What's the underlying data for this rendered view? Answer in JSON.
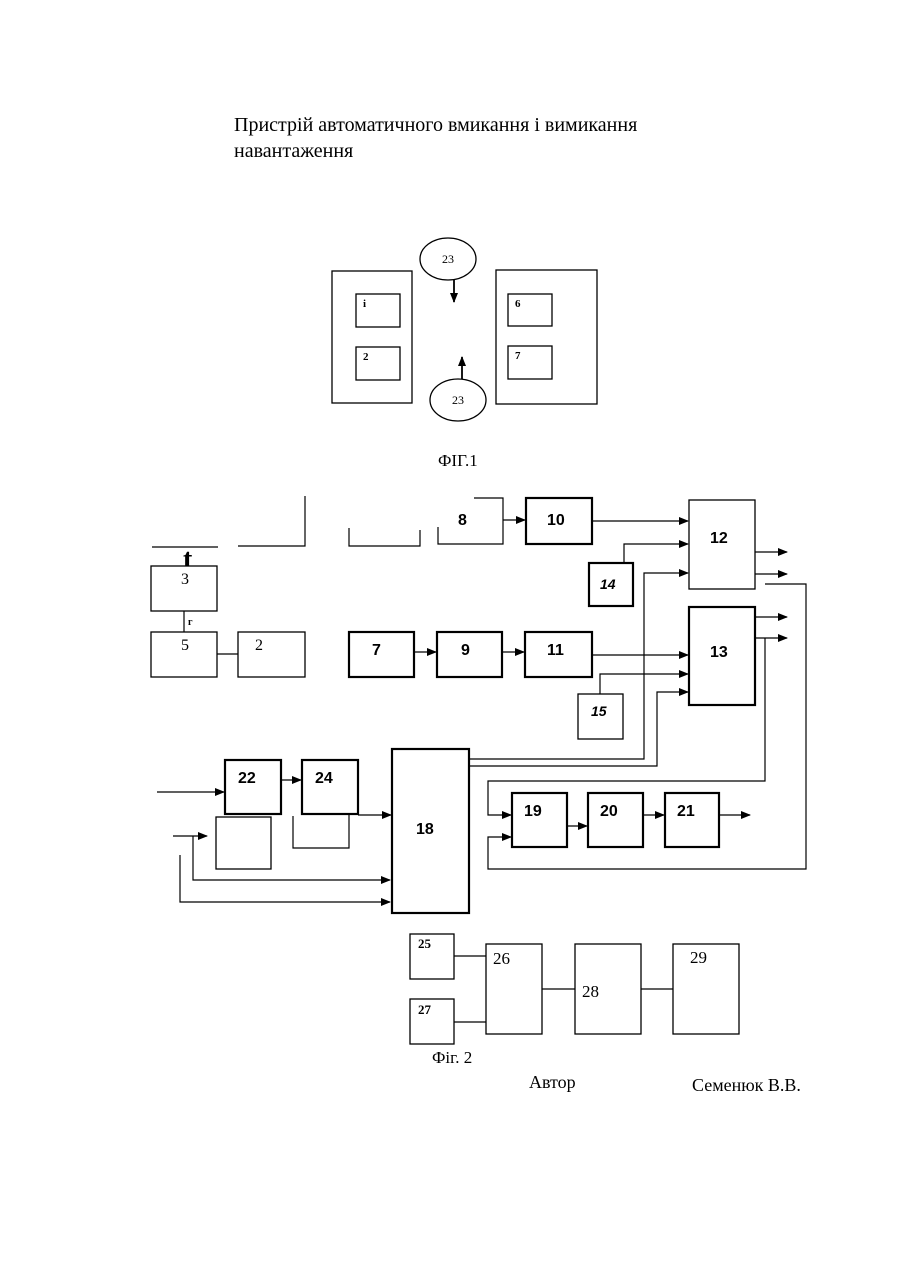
{
  "document": {
    "title": "Пристрій автоматичного вмикання і вимикання навантаження",
    "fig1_caption": "ФІГ.1",
    "fig2_caption": "Фіг. 2",
    "author_label": "Автор",
    "author_name": "Семенюк В.В."
  },
  "fig1": {
    "circle_top": "23",
    "circle_bottom": "23",
    "left_blocks": [
      "і",
      "2"
    ],
    "right_blocks": [
      "6",
      "7"
    ]
  },
  "fig2": {
    "t_label": "t",
    "g_label": "г",
    "blocks": {
      "b3": "3",
      "b5": "5",
      "b2": "2",
      "b8": "8",
      "b10": "10",
      "b12": "12",
      "b14": "14",
      "b7": "7",
      "b9": "9",
      "b11": "11",
      "b13": "13",
      "b15": "15",
      "b22": "22",
      "b24": "24",
      "b18": "18",
      "b19": "19",
      "b20": "20",
      "b21": "21",
      "b25": "25",
      "b26": "26",
      "b27": "27",
      "b28": "28",
      "b29": "29"
    }
  }
}
